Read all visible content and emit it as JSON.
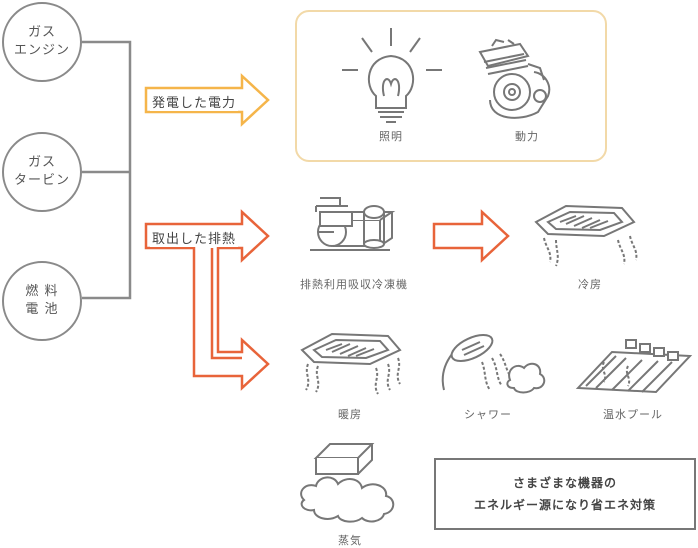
{
  "sources": [
    {
      "label": "ガス\nエンジン"
    },
    {
      "label": "ガス\nタービン"
    },
    {
      "label": "燃 料\n電 池"
    }
  ],
  "flows": {
    "power_label": "発電した電力",
    "heat_label": "取出した排熱"
  },
  "uses": {
    "lighting": "照明",
    "motive_power": "動力",
    "absorption_chiller": "排熱利用吸収冷凍機",
    "cooling": "冷房",
    "heating": "暖房",
    "shower": "シャワー",
    "heated_pool": "温水プール",
    "steam": "蒸気"
  },
  "summary": {
    "line1": "さまざまな機器の",
    "line2": "エネルギー源になり省エネ対策"
  },
  "colors": {
    "power_arrow": "#f5b54a",
    "heat_arrow": "#e8643a",
    "line_gray": "#8a8a8a"
  }
}
